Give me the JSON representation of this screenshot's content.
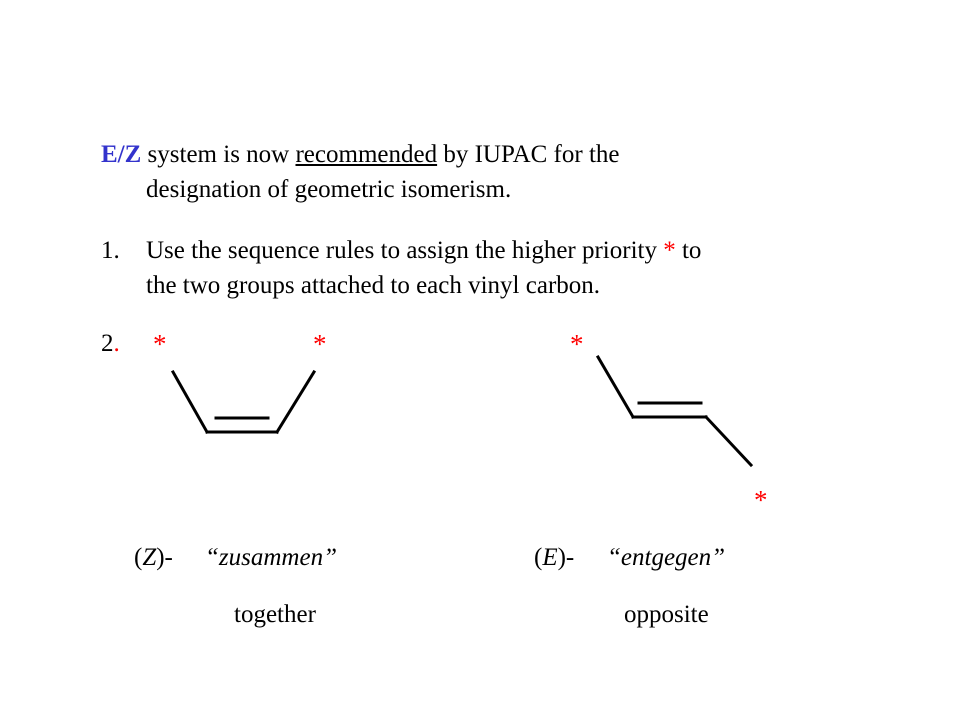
{
  "intro": {
    "ez_label": "E/Z",
    "text_a": " system is now ",
    "recommended": "recommended",
    "text_b": " by IUPAC for the",
    "line2": "designation of geometric isomerism."
  },
  "step1": {
    "number": "1.",
    "line1_a": "Use the sequence rules to assign the higher priority ",
    "star": "*",
    "line1_b": " to",
    "line2": "the two groups attached to each vinyl carbon."
  },
  "step2": {
    "number": "2",
    "dot": "."
  },
  "stars": {
    "z_left": "*",
    "z_right": "*",
    "e_top": "*",
    "e_bottom": "*"
  },
  "z_isomer": {
    "open": "(",
    "letter": "Z",
    "close": ")-",
    "name": "“zusammen”",
    "meaning": "together"
  },
  "e_isomer": {
    "open": "(",
    "letter": "E",
    "close": ")-",
    "name": "“entgegen”",
    "meaning": "opposite"
  },
  "colors": {
    "ez": "#3333cc",
    "star": "#ff0000"
  }
}
